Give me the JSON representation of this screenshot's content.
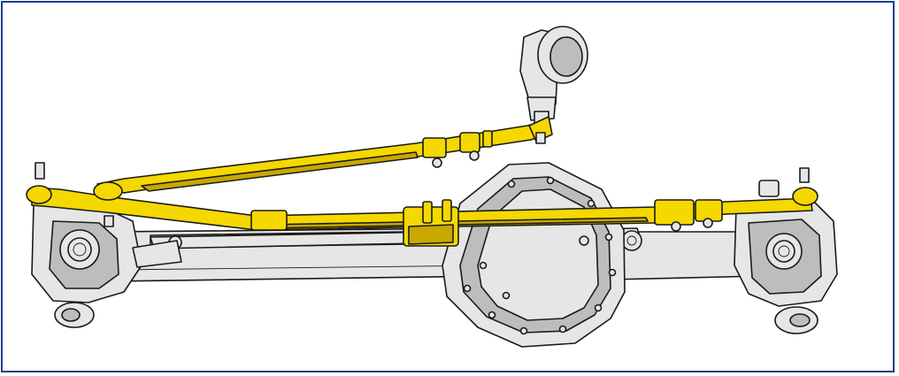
{
  "illustration": {
    "subject": "steering-linkage-on-front-axle",
    "colors": {
      "frame": "#1f3f8f",
      "linkage": "#f4d800",
      "linkage_shadow": "#c9a800",
      "axle": "#e6e6e6",
      "axle_dark": "#bdbdbd",
      "outline": "#1a1a1a"
    },
    "parts": [
      "steering-box",
      "drag-link",
      "tie-rod",
      "track-bar",
      "axle-housing",
      "differential-cover",
      "left-knuckle",
      "right-knuckle"
    ]
  }
}
